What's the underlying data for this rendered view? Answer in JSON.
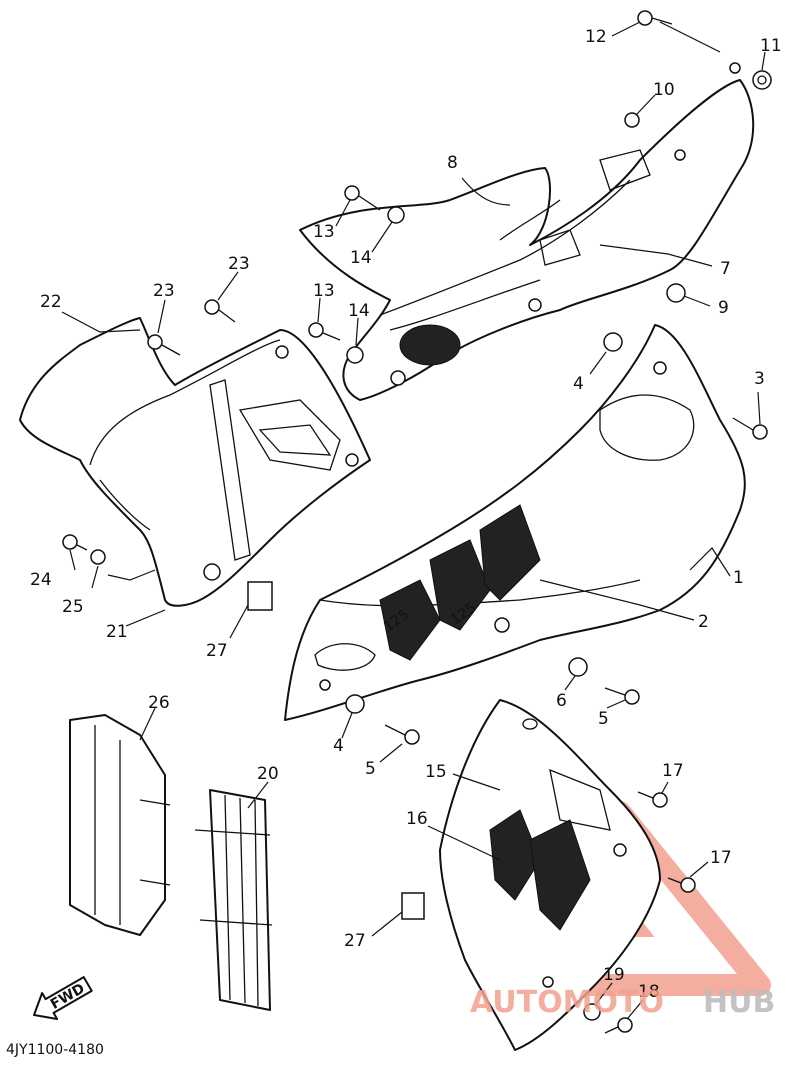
{
  "diagram_code": "4JY1100-4180",
  "fwd_label": "FWD",
  "watermark": {
    "text_part1": "AUTOMOTO",
    "text_part2": "HUB",
    "color_primary": "#f3a08f",
    "color_secondary": "#c9c9c9"
  },
  "callouts": [
    {
      "id": "c1",
      "label": "1"
    },
    {
      "id": "c2",
      "label": "2"
    },
    {
      "id": "c3",
      "label": "3"
    },
    {
      "id": "c4a",
      "label": "4"
    },
    {
      "id": "c4b",
      "label": "4"
    },
    {
      "id": "c5a",
      "label": "5"
    },
    {
      "id": "c5b",
      "label": "5"
    },
    {
      "id": "c6",
      "label": "6"
    },
    {
      "id": "c7",
      "label": "7"
    },
    {
      "id": "c8",
      "label": "8"
    },
    {
      "id": "c9",
      "label": "9"
    },
    {
      "id": "c10",
      "label": "10"
    },
    {
      "id": "c11",
      "label": "11"
    },
    {
      "id": "c12",
      "label": "12"
    },
    {
      "id": "c13a",
      "label": "13"
    },
    {
      "id": "c13b",
      "label": "13"
    },
    {
      "id": "c14a",
      "label": "14"
    },
    {
      "id": "c14b",
      "label": "14"
    },
    {
      "id": "c15",
      "label": "15"
    },
    {
      "id": "c16",
      "label": "16"
    },
    {
      "id": "c17a",
      "label": "17"
    },
    {
      "id": "c17b",
      "label": "17"
    },
    {
      "id": "c18",
      "label": "18"
    },
    {
      "id": "c19",
      "label": "19"
    },
    {
      "id": "c20",
      "label": "20"
    },
    {
      "id": "c21",
      "label": "21"
    },
    {
      "id": "c22",
      "label": "22"
    },
    {
      "id": "c23a",
      "label": "23"
    },
    {
      "id": "c23b",
      "label": "23"
    },
    {
      "id": "c24",
      "label": "24"
    },
    {
      "id": "c25",
      "label": "25"
    },
    {
      "id": "c26",
      "label": "26"
    },
    {
      "id": "c27a",
      "label": "27"
    },
    {
      "id": "c27b",
      "label": "27"
    }
  ],
  "decal_text": "125"
}
